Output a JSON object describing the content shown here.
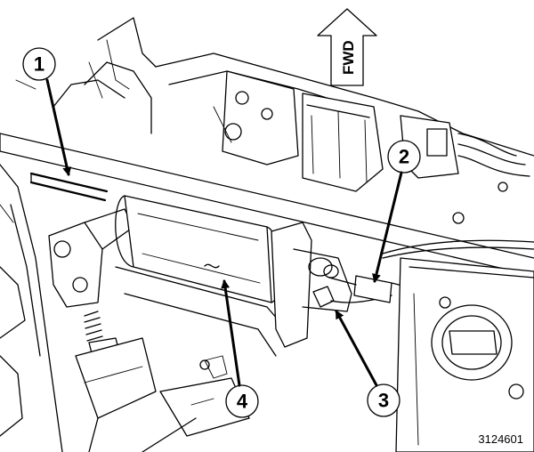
{
  "direction_arrow": {
    "label": "FWD"
  },
  "callouts": [
    {
      "id": "1",
      "label": "1"
    },
    {
      "id": "2",
      "label": "2"
    },
    {
      "id": "3",
      "label": "3"
    },
    {
      "id": "4",
      "label": "4"
    }
  ],
  "figure_number": "3124601",
  "colors": {
    "line": "#000000",
    "background": "#ffffff"
  }
}
